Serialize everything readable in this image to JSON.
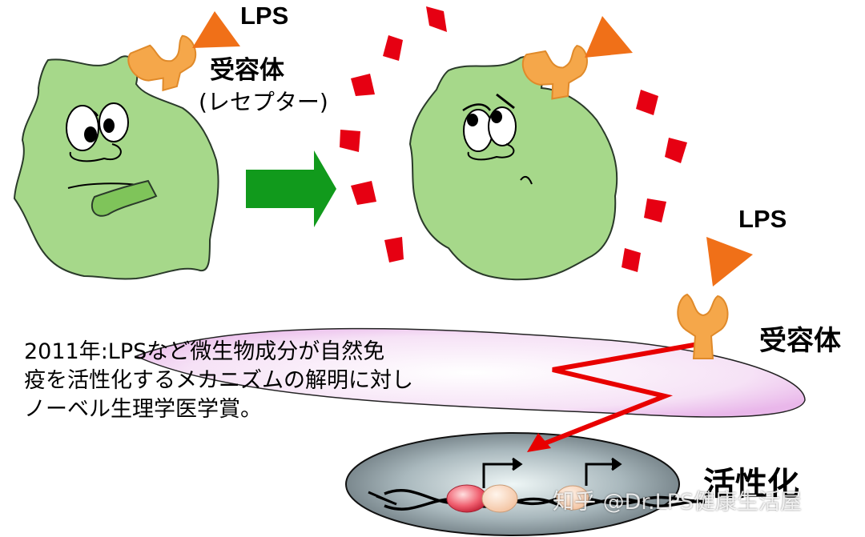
{
  "labels": {
    "lps_top": "LPS",
    "receptor_top": "受容体",
    "receptor_top_kana": "(レセプター)",
    "lps_right": "LPS",
    "receptor_right": "受容体",
    "activation": "活性化"
  },
  "note": {
    "line1": "2011年:LPSなど微生物成分が自然免",
    "line2": "疫を活性化するメカニズムの解明に対し",
    "line3": "ノーベル生理学医学賞。"
  },
  "watermark": "知乎 @Dr.LPS健康生活屋",
  "colors": {
    "cell_fill": "#a6d88a",
    "ligand": "#f07018",
    "receptor": "#f5a74a",
    "signal": "#e80000",
    "arrow": "#119a1c"
  }
}
